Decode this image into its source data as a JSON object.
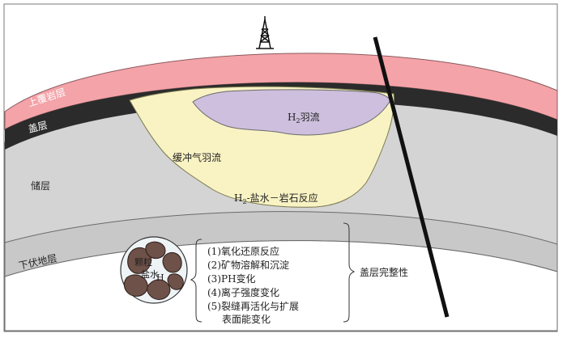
{
  "layers": {
    "overburden": "上覆岩层",
    "caprock": "盖层",
    "reservoir": "储层",
    "underlying": "下伏地层"
  },
  "plumes": {
    "h2_plume_prefix": "H",
    "h2_plume_sub": "2",
    "h2_plume_suffix": "羽流",
    "cushion_gas": "缓冲气羽流",
    "reaction_prefix": "H",
    "reaction_sub": "2",
    "reaction_suffix": "-盐水－岩石反应"
  },
  "inset": {
    "grain": "颗粒",
    "brine": "盐水",
    "h2": "H"
  },
  "processes": [
    "(1)氧化还原反应",
    "(2)矿物溶解和沉淀",
    "(3)PH变化",
    "(4)离子强度变化",
    "(5)裂缝再活化与扩展"
  ],
  "process_continuation": "表面能变化",
  "result_label": "盖层完整性",
  "colors": {
    "overburden": "#f4a3a8",
    "caprock": "#2b2b2b",
    "reservoir": "#d4d4d4",
    "underlying": "#ffffff",
    "cushion_gas": "#f9f3c4",
    "h2_plume": "#cdbfdd"
  }
}
